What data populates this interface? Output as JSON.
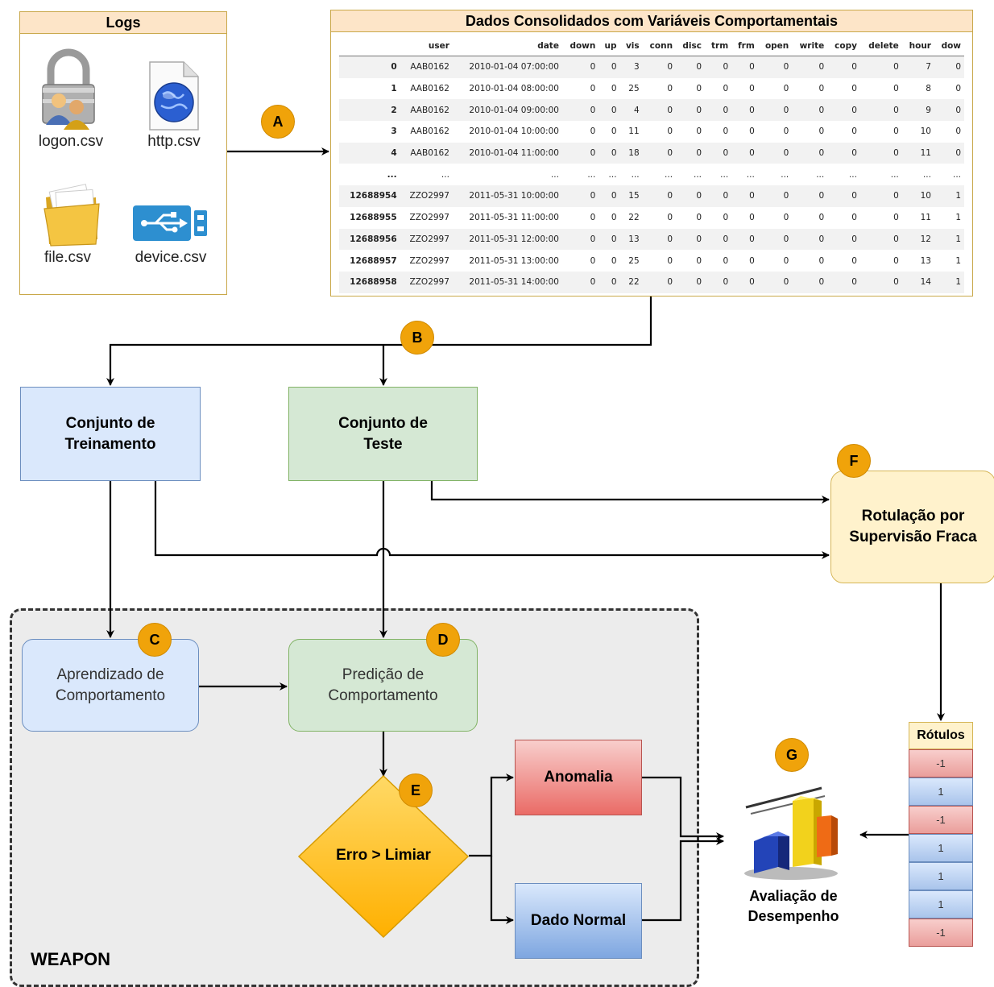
{
  "logs": {
    "title": "Logs",
    "files": [
      {
        "label": "logon.csv",
        "icon": "lock-users-icon"
      },
      {
        "label": "http.csv",
        "icon": "globe-document-icon"
      },
      {
        "label": "file.csv",
        "icon": "folder-icon"
      },
      {
        "label": "device.csv",
        "icon": "usb-icon"
      }
    ]
  },
  "dados": {
    "title": "Dados Consolidados com Variáveis Comportamentais",
    "columns": [
      "",
      "user",
      "date",
      "down",
      "up",
      "vis",
      "conn",
      "disc",
      "trm",
      "frm",
      "open",
      "write",
      "copy",
      "delete",
      "hour",
      "dow"
    ],
    "rows": [
      [
        "0",
        "AAB0162",
        "2010-01-04 07:00:00",
        "0",
        "0",
        "3",
        "0",
        "0",
        "0",
        "0",
        "0",
        "0",
        "0",
        "0",
        "7",
        "0"
      ],
      [
        "1",
        "AAB0162",
        "2010-01-04 08:00:00",
        "0",
        "0",
        "25",
        "0",
        "0",
        "0",
        "0",
        "0",
        "0",
        "0",
        "0",
        "8",
        "0"
      ],
      [
        "2",
        "AAB0162",
        "2010-01-04 09:00:00",
        "0",
        "0",
        "4",
        "0",
        "0",
        "0",
        "0",
        "0",
        "0",
        "0",
        "0",
        "9",
        "0"
      ],
      [
        "3",
        "AAB0162",
        "2010-01-04 10:00:00",
        "0",
        "0",
        "11",
        "0",
        "0",
        "0",
        "0",
        "0",
        "0",
        "0",
        "0",
        "10",
        "0"
      ],
      [
        "4",
        "AAB0162",
        "2010-01-04 11:00:00",
        "0",
        "0",
        "18",
        "0",
        "0",
        "0",
        "0",
        "0",
        "0",
        "0",
        "0",
        "11",
        "0"
      ],
      [
        "...",
        "...",
        "...",
        "...",
        "...",
        "...",
        "...",
        "...",
        "...",
        "...",
        "...",
        "...",
        "...",
        "...",
        "...",
        "..."
      ],
      [
        "12688954",
        "ZZO2997",
        "2011-05-31 10:00:00",
        "0",
        "0",
        "15",
        "0",
        "0",
        "0",
        "0",
        "0",
        "0",
        "0",
        "0",
        "10",
        "1"
      ],
      [
        "12688955",
        "ZZO2997",
        "2011-05-31 11:00:00",
        "0",
        "0",
        "22",
        "0",
        "0",
        "0",
        "0",
        "0",
        "0",
        "0",
        "0",
        "11",
        "1"
      ],
      [
        "12688956",
        "ZZO2997",
        "2011-05-31 12:00:00",
        "0",
        "0",
        "13",
        "0",
        "0",
        "0",
        "0",
        "0",
        "0",
        "0",
        "0",
        "12",
        "1"
      ],
      [
        "12688957",
        "ZZO2997",
        "2011-05-31 13:00:00",
        "0",
        "0",
        "25",
        "0",
        "0",
        "0",
        "0",
        "0",
        "0",
        "0",
        "0",
        "13",
        "1"
      ],
      [
        "12688958",
        "ZZO2997",
        "2011-05-31 14:00:00",
        "0",
        "0",
        "22",
        "0",
        "0",
        "0",
        "0",
        "0",
        "0",
        "0",
        "0",
        "14",
        "1"
      ]
    ]
  },
  "nodes": {
    "treino": "Conjunto de Treinamento",
    "teste": "Conjunto de Teste",
    "rotulacao": "Rotulação por Supervisão Fraca",
    "aprendizado": "Aprendizado de Comportamento",
    "predicao": "Predição de Comportamento",
    "decisao": "Erro > Limiar",
    "anomalia": "Anomalia",
    "normal": "Dado Normal",
    "avaliacao": "Avaliação de Desempenho",
    "weapon": "WEAPON"
  },
  "badges": {
    "a": "A",
    "b": "B",
    "c": "C",
    "d": "D",
    "e": "E",
    "f": "F",
    "g": "G"
  },
  "rotulos": {
    "title": "Rótulos",
    "values": [
      "-1",
      "1",
      "-1",
      "1",
      "1",
      "1",
      "-1"
    ]
  },
  "colors": {
    "badge": "#f0a30a",
    "blue": "#dae8fc",
    "green": "#d5e8d4",
    "yellow": "#fff2cc",
    "red": "#f8cecc",
    "decision": "#ffc000"
  }
}
